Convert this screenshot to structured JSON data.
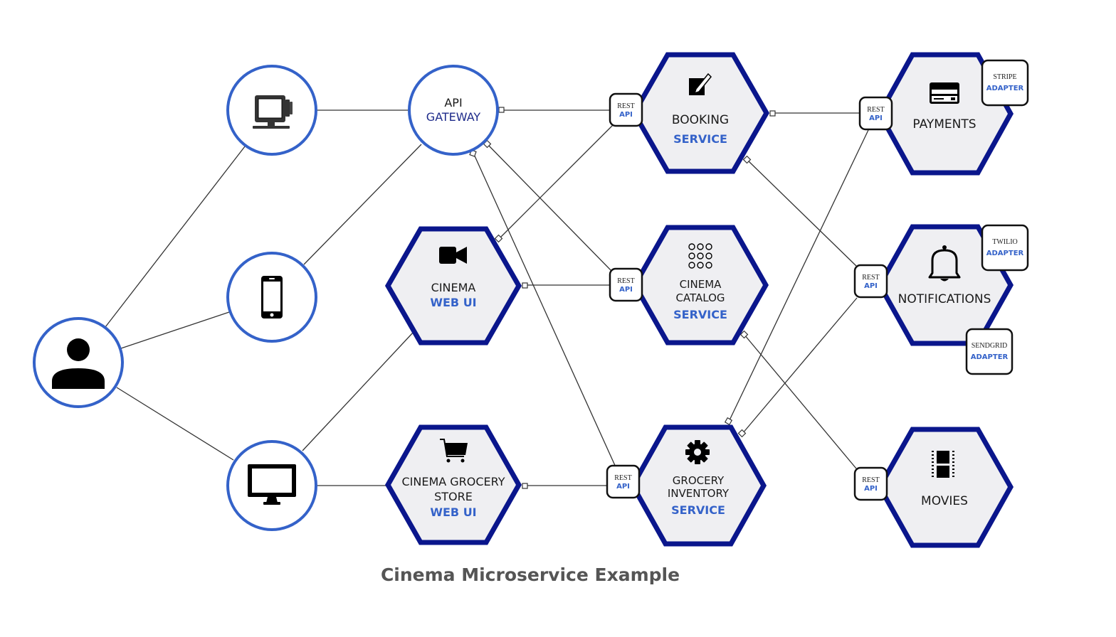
{
  "caption": "Cinema Microservice Example",
  "colors": {
    "circle_stroke": "#3462c9",
    "hex_stroke": "#0a168c",
    "hex_fill": "#efeff2",
    "accent_text": "#3462c9",
    "gateway_text": "#1d2a8a",
    "caption": "#555555"
  },
  "clients": {
    "user": {
      "icon": "user-icon"
    },
    "kiosk": {
      "icon": "kiosk-terminal-icon"
    },
    "mobile": {
      "icon": "mobile-phone-icon"
    },
    "desktop": {
      "icon": "desktop-monitor-icon"
    }
  },
  "gateway": {
    "line1": "API",
    "line2": "GATEWAY"
  },
  "web_uis": [
    {
      "id": "cinema-web-ui",
      "icon": "video-camera-icon",
      "lines": [
        "CINEMA"
      ],
      "accent": "WEB UI"
    },
    {
      "id": "grocery-web-ui",
      "icon": "shopping-cart-icon",
      "lines": [
        "CINEMA GROCERY",
        "STORE"
      ],
      "accent": "WEB UI"
    }
  ],
  "services": [
    {
      "id": "booking",
      "icon": "edit-icon",
      "lines": [
        "BOOKING"
      ],
      "accent": "SERVICE"
    },
    {
      "id": "catalog",
      "icon": "grid-dots-icon",
      "lines": [
        "CINEMA",
        "CATALOG"
      ],
      "accent": "SERVICE"
    },
    {
      "id": "grocery",
      "icon": "gear-icon",
      "lines": [
        "GROCERY",
        "INVENTORY"
      ],
      "accent": "SERVICE"
    },
    {
      "id": "payments",
      "icon": "credit-card-icon",
      "lines": [
        "PAYMENTS"
      ],
      "accent": ""
    },
    {
      "id": "notifications",
      "icon": "bell-icon",
      "lines": [
        "NOTIFICATIONS"
      ],
      "accent": ""
    },
    {
      "id": "movies",
      "icon": "film-strip-icon",
      "lines": [
        "MOVIES"
      ],
      "accent": ""
    }
  ],
  "rest_api": {
    "top": "REST",
    "bottom": "API"
  },
  "adapters": [
    {
      "id": "stripe",
      "top": "STRIPE",
      "bottom": "ADAPTER"
    },
    {
      "id": "twilio",
      "top": "TWILIO",
      "bottom": "ADAPTER"
    },
    {
      "id": "sendgrid",
      "top": "SENDGRID",
      "bottom": "ADAPTER"
    }
  ]
}
